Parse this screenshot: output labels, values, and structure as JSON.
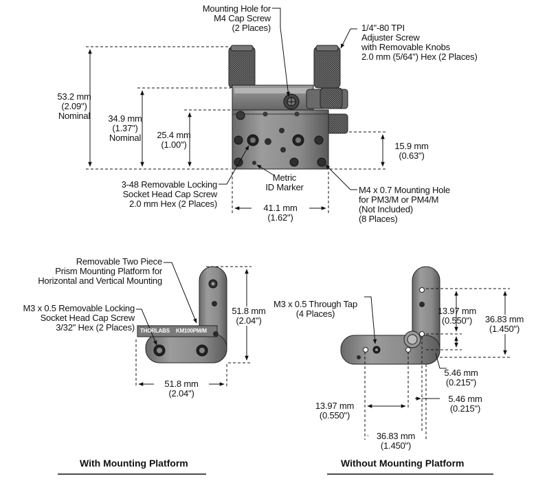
{
  "top": {
    "mount_hole": [
      "Mounting Hole for",
      "M4 Cap Screw",
      "(2 Places)"
    ],
    "adjuster": [
      "1/4\"-80 TPI",
      "Adjuster Screw",
      "with Removable Knobs",
      "2.0 mm (5/64\") Hex (2 Places)"
    ],
    "dim_53": [
      "53.2 mm",
      "(2.09\")",
      "Nominal"
    ],
    "dim_349": [
      "34.9 mm",
      "(1.37\")",
      "Nominal"
    ],
    "dim_254": [
      "25.4 mm",
      "(1.00\")"
    ],
    "dim_159": [
      "15.9 mm",
      "(0.63\")"
    ],
    "locking_screw": [
      "3-48 Removable Locking",
      "Socket Head Cap Screw",
      "2.0 mm Hex (2 Places)"
    ],
    "metric_id": [
      "Metric",
      "ID Marker"
    ],
    "m4_hole": [
      "M4 x 0.7 Mounting Hole",
      "for PM3/M or PM4/M",
      "(Not Included)",
      "(8 Places)"
    ],
    "dim_411": [
      "41.1 mm",
      "(1.62\")"
    ]
  },
  "left": {
    "platform": [
      "Removable Two Piece",
      "Prism Mounting Platform for",
      "Horizontal and Vertical Mounting"
    ],
    "m3_screw": [
      "M3 x 0.5 Removable Locking",
      "Socket Head Cap Screw",
      "3/32\" Hex (2 Places)"
    ],
    "dim_v": [
      "51.8 mm",
      "(2.04\")"
    ],
    "dim_h": [
      "51.8 mm",
      "(2.04\")"
    ],
    "brand": "THORLABS",
    "model": "KM100PM/M",
    "caption": "With Mounting Platform"
  },
  "right": {
    "m3_tap": [
      "M3 x 0.5 Through Tap",
      "(4 Places)"
    ],
    "dim_1397a": [
      "13.97 mm",
      "(0.550\")"
    ],
    "dim_3683a": [
      "36.83 mm",
      "(1.450\")"
    ],
    "dim_546a": [
      "5.46 mm",
      "(0.215\")"
    ],
    "dim_546b": [
      "5.46 mm",
      "(0.215\")"
    ],
    "dim_1397b": [
      "13.97 mm",
      "(0.550\")"
    ],
    "dim_3683b": [
      "36.83 mm",
      "(1.450\")"
    ],
    "caption": "Without Mounting Platform"
  }
}
